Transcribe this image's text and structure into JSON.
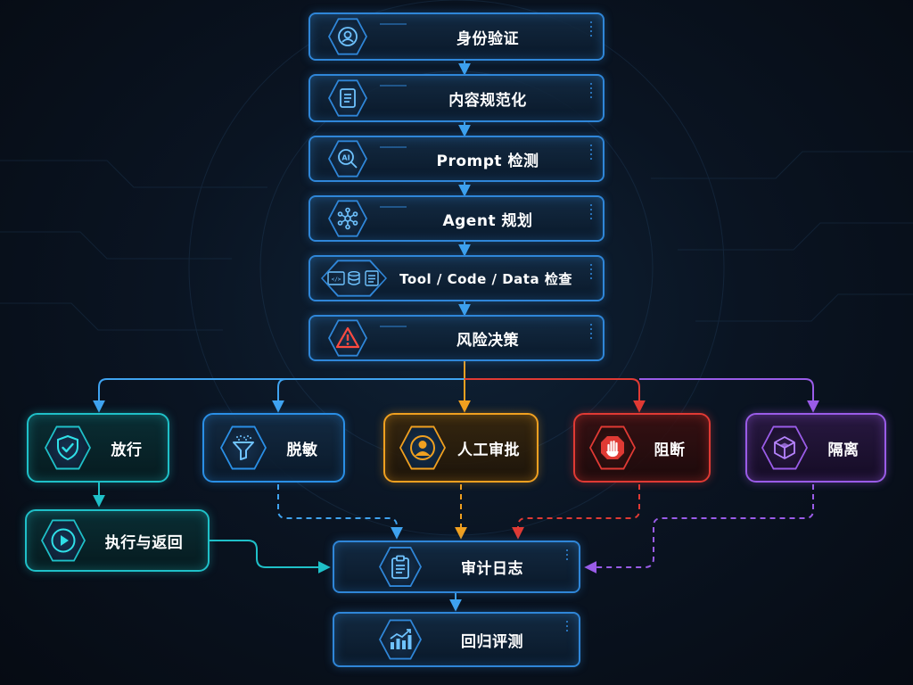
{
  "nodes": {
    "identity": "身份验证",
    "normalize": "内容规范化",
    "prompt_check": "Prompt 检测",
    "agent_plan": "Agent 规划",
    "tool_check": "Tool / Code / Data 检查",
    "risk_decision": "风险决策",
    "allow": "放行",
    "desensitize": "脱敏",
    "manual_review": "人工审批",
    "block": "阻断",
    "isolate": "隔离",
    "execute_return": "执行与返回",
    "audit_log": "审计日志",
    "regression_eval": "回归评测"
  },
  "icons": {
    "identity": "user-shield-icon",
    "normalize": "document-list-icon",
    "prompt_check": "ai-search-icon",
    "agent_plan": "network-nodes-icon",
    "tool_check": "code-database-doc-icon",
    "risk_decision": "warning-triangle-icon",
    "allow": "check-shield-icon",
    "desensitize": "filter-funnel-icon",
    "manual_review": "person-icon",
    "block": "stop-hand-icon",
    "isolate": "cube-icon",
    "execute_return": "play-icon",
    "audit_log": "clipboard-icon",
    "regression_eval": "bar-chart-icon"
  },
  "colors": {
    "main": "#2f86d8",
    "allow": "#1fc0c8",
    "desensitize": "#2a8fe6",
    "manual_review": "#f0a020",
    "block": "#e03a34",
    "isolate": "#9a5ce8",
    "background": "#0a1422"
  }
}
